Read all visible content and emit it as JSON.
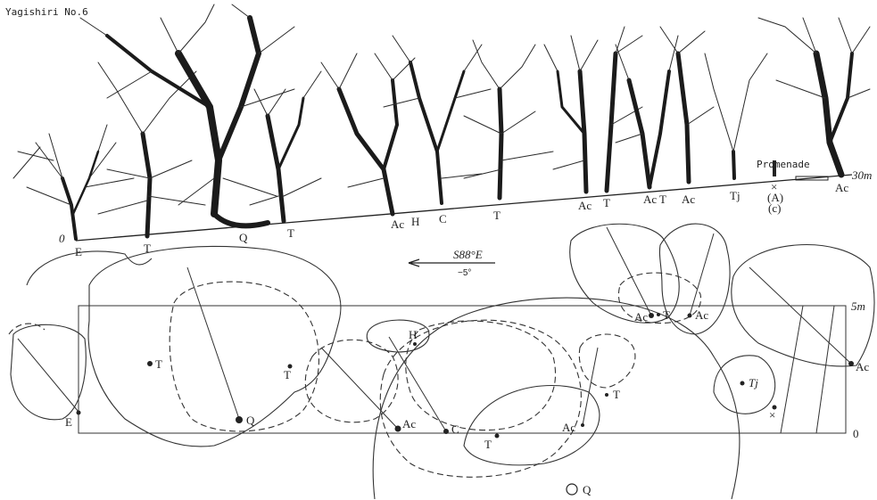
{
  "title": "Yagishiri No.6",
  "profile": {
    "promenade_label": "Promenade",
    "height_label": "30m",
    "origin_label": "0",
    "tree_labels": [
      "E",
      "T",
      "Q",
      "T",
      "Ac",
      "H",
      "C",
      "T",
      "Ac",
      "T",
      "Ac",
      "T",
      "Ac",
      "Tj",
      "×",
      "(A)",
      "(c)",
      "Ac"
    ]
  },
  "bearing": {
    "direction": "S88°E",
    "slope": "−5°"
  },
  "plan": {
    "width_label": "5m",
    "origin_label": "0",
    "tree_labels": [
      "E",
      "T",
      "Q",
      "T",
      "H",
      "Ac",
      "C",
      "T",
      "T",
      "Ac",
      "Ac",
      "T",
      "Ac",
      "Tj",
      "×",
      "Ac"
    ],
    "legend_q": "Q"
  }
}
